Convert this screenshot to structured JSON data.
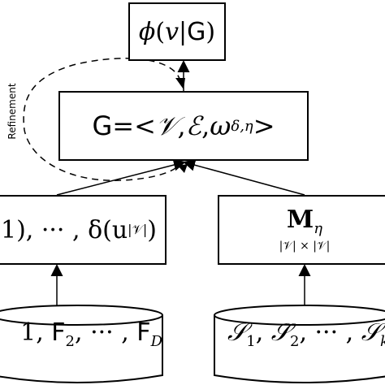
{
  "top_box": {
    "func": "ϕ",
    "open": "(",
    "var": "v",
    "bar": "|",
    "graph": "G",
    "close": ")"
  },
  "graph_box": {
    "g": "G",
    "eq": " =< ",
    "v": "𝒱",
    "comma1": ", ",
    "e": "ℰ",
    "comma2": ", ",
    "omega": "ω",
    "sub": "δ,η",
    "close": " >"
  },
  "left_box": {
    "text": "1), ··· , δ(u",
    "sub": "|𝒱|",
    "close": ")"
  },
  "right_box": {
    "m": "M",
    "sub": "η",
    "dim": "|𝒱| × |𝒱|"
  },
  "left_cylinder": {
    "text1": "1, ",
    "f2": "F",
    "sub2": "2",
    "dots": ", ··· , ",
    "fd": "F",
    "subd": "D"
  },
  "right_cylinder": {
    "s": "𝒮",
    "sub1": "1",
    "c1": ", ",
    "s2": "𝒮",
    "sub2": "2",
    "dots": ", ··· , ",
    "s3": "𝒮",
    "sub3": "k"
  },
  "side_label": "Refinement"
}
